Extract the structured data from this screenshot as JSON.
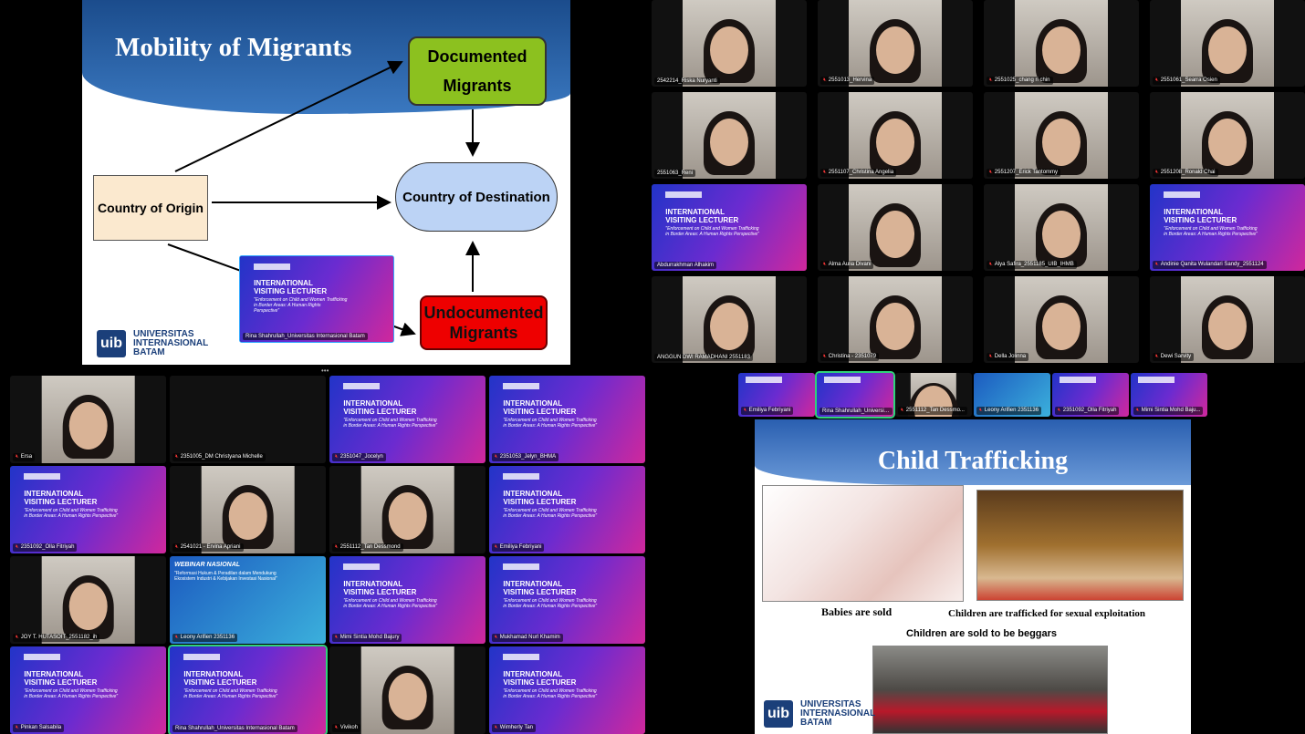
{
  "slide_migrants": {
    "title": "Mobility of Migrants",
    "documented": "Documented Migrants",
    "origin": "Country of Origin",
    "destination": "Country of Destination",
    "undocumented": "Undocumented Migrants",
    "logo_mark": "uib",
    "logo_text": "UNIVERSITAS\nINTERNASIONAL\nBATAM"
  },
  "banner": {
    "title": "INTERNATIONAL\nVISITING LECTURER",
    "subtitle": "\"Enforcement on Child and Women Trafficking in Border Areas: A Human Rights Perspective\""
  },
  "webinar": {
    "title": "WEBINAR NASIONAL",
    "subtitle": "\"Reformasi Hukum & Peradilan dalam Mendukung Ekosistem Industri & Kebijakan Investasi Nasional\""
  },
  "floating_tile": {
    "name": "Rina Shahrullah_Universitas Internasional Batam",
    "type": "banner"
  },
  "gallery_top": [
    {
      "name": "2542214_Riska Nuryanti",
      "type": "video",
      "muted": false
    },
    {
      "name": "2551013_Hervina",
      "type": "video",
      "muted": true
    },
    {
      "name": "2551025_chang ri chin",
      "type": "video",
      "muted": true
    },
    {
      "name": "2551061_Searra Osien",
      "type": "video",
      "muted": true
    },
    {
      "name": "2551063_Reni",
      "type": "video",
      "muted": false
    },
    {
      "name": "2551107_Christina Angelia",
      "type": "video",
      "muted": true
    },
    {
      "name": "2551207_Erick Tantommy",
      "type": "video",
      "muted": true
    },
    {
      "name": "2551208_Ronald Chai",
      "type": "video",
      "muted": true
    },
    {
      "name": "Abdurrakhman Alhakim",
      "type": "banner",
      "muted": false
    },
    {
      "name": "Alma Aulia Divani",
      "type": "video",
      "muted": true
    },
    {
      "name": "Alya Safira_2551185_UIB_IHMB",
      "type": "video",
      "muted": true
    },
    {
      "name": "Andinie Qanita Wulandari Sandy_2551124",
      "type": "banner",
      "muted": true
    },
    {
      "name": "ANGGUN DWI RAMADHANI 2551183",
      "type": "video",
      "muted": false
    },
    {
      "name": "Christina - 2351079",
      "type": "video",
      "muted": true
    },
    {
      "name": "Della Jolinna",
      "type": "video",
      "muted": true
    },
    {
      "name": "Dewi Sarvity",
      "type": "video",
      "muted": true
    }
  ],
  "gallery_bottom": [
    {
      "name": "Ersa",
      "type": "video",
      "muted": true
    },
    {
      "name": "2351005_DM Christyana Michelle",
      "type": "black",
      "muted": true
    },
    {
      "name": "2351047_Jocelyn",
      "type": "banner",
      "muted": true
    },
    {
      "name": "2351053_Jelyn_BHMA",
      "type": "banner",
      "muted": true
    },
    {
      "name": "2351092_Olla Fitriyah",
      "type": "banner",
      "muted": true
    },
    {
      "name": "2541021 - Ervina Apriani",
      "type": "video",
      "muted": true
    },
    {
      "name": "2551112_Tan Dessmond",
      "type": "video",
      "muted": true
    },
    {
      "name": "Emiliya Febriyani",
      "type": "banner",
      "muted": true
    },
    {
      "name": "JOY T. HUTASOIT_2551182_ih",
      "type": "video",
      "muted": true
    },
    {
      "name": "Leony Arifien 2351136",
      "type": "webinar",
      "muted": true
    },
    {
      "name": "Mimi Sintia Mohd Bajury",
      "type": "banner",
      "muted": true
    },
    {
      "name": "Mukhamad Nurl Khamim",
      "type": "banner",
      "muted": true
    },
    {
      "name": "Pinkan Salsabila",
      "type": "banner",
      "muted": true
    },
    {
      "name": "Rina Shahrullah_Universitas Internasional Batam",
      "type": "banner",
      "muted": false,
      "active": true
    },
    {
      "name": "Vivikoh",
      "type": "video",
      "muted": true
    },
    {
      "name": "Wimherly Tan",
      "type": "banner",
      "muted": true
    }
  ],
  "filmstrip": [
    {
      "name": "Emiliya Febriyani",
      "type": "banner",
      "muted": true
    },
    {
      "name": "Rina Shahrullah_Universit...",
      "type": "banner",
      "muted": false,
      "active": true
    },
    {
      "name": "2551112_Tan Dessmo...",
      "type": "video",
      "muted": true
    },
    {
      "name": "Leony Arifien 2351136",
      "type": "webinar",
      "muted": true
    },
    {
      "name": "2351092_Olla Fitriyah",
      "type": "banner",
      "muted": true
    },
    {
      "name": "Mimi Sintia Mohd Baju...",
      "type": "banner",
      "muted": true
    }
  ],
  "slide_trafficking": {
    "title": "Child Trafficking",
    "caption1": "Babies are sold",
    "caption2": "Children are trafficked for sexual exploitation",
    "caption3": "Children are sold to be beggars",
    "logo_mark": "uib",
    "logo_text": "UNIVERSITAS\nINTERNASIONAL\nBATAM"
  }
}
